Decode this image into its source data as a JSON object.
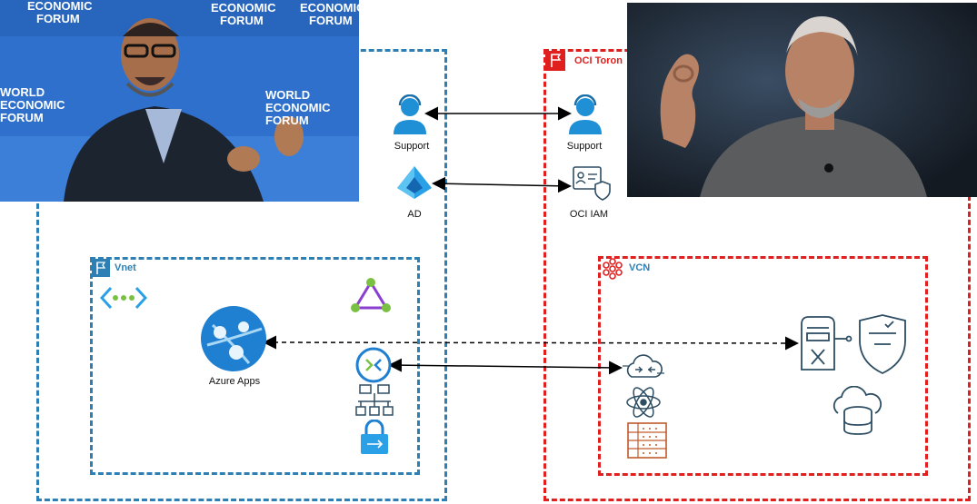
{
  "groups": {
    "oci_region": {
      "title": "OCI Toron"
    },
    "vnet": {
      "title": "Vnet"
    },
    "vcn": {
      "title": "VCN"
    }
  },
  "labels": {
    "support_left": "Support",
    "support_right": "Support",
    "ad": "AD",
    "oci_iam": "OCI IAM",
    "azure_apps": "Azure Apps"
  },
  "photo_overlays": {
    "left_banner_words": [
      "ECONOMIC",
      "FORUM",
      "WORLD",
      "ECONOMIC",
      "FORUM",
      "ECONOMIC",
      "FORUM",
      "WORLD",
      "ECONOMIC",
      "FORUM"
    ]
  },
  "colors": {
    "azure_border": "#2e7fb3",
    "oci_border": "#e0201f",
    "azure_icon": "#1f8fd6",
    "oci_icon": "#2d4d63",
    "oci_accent": "#c05a2b"
  }
}
